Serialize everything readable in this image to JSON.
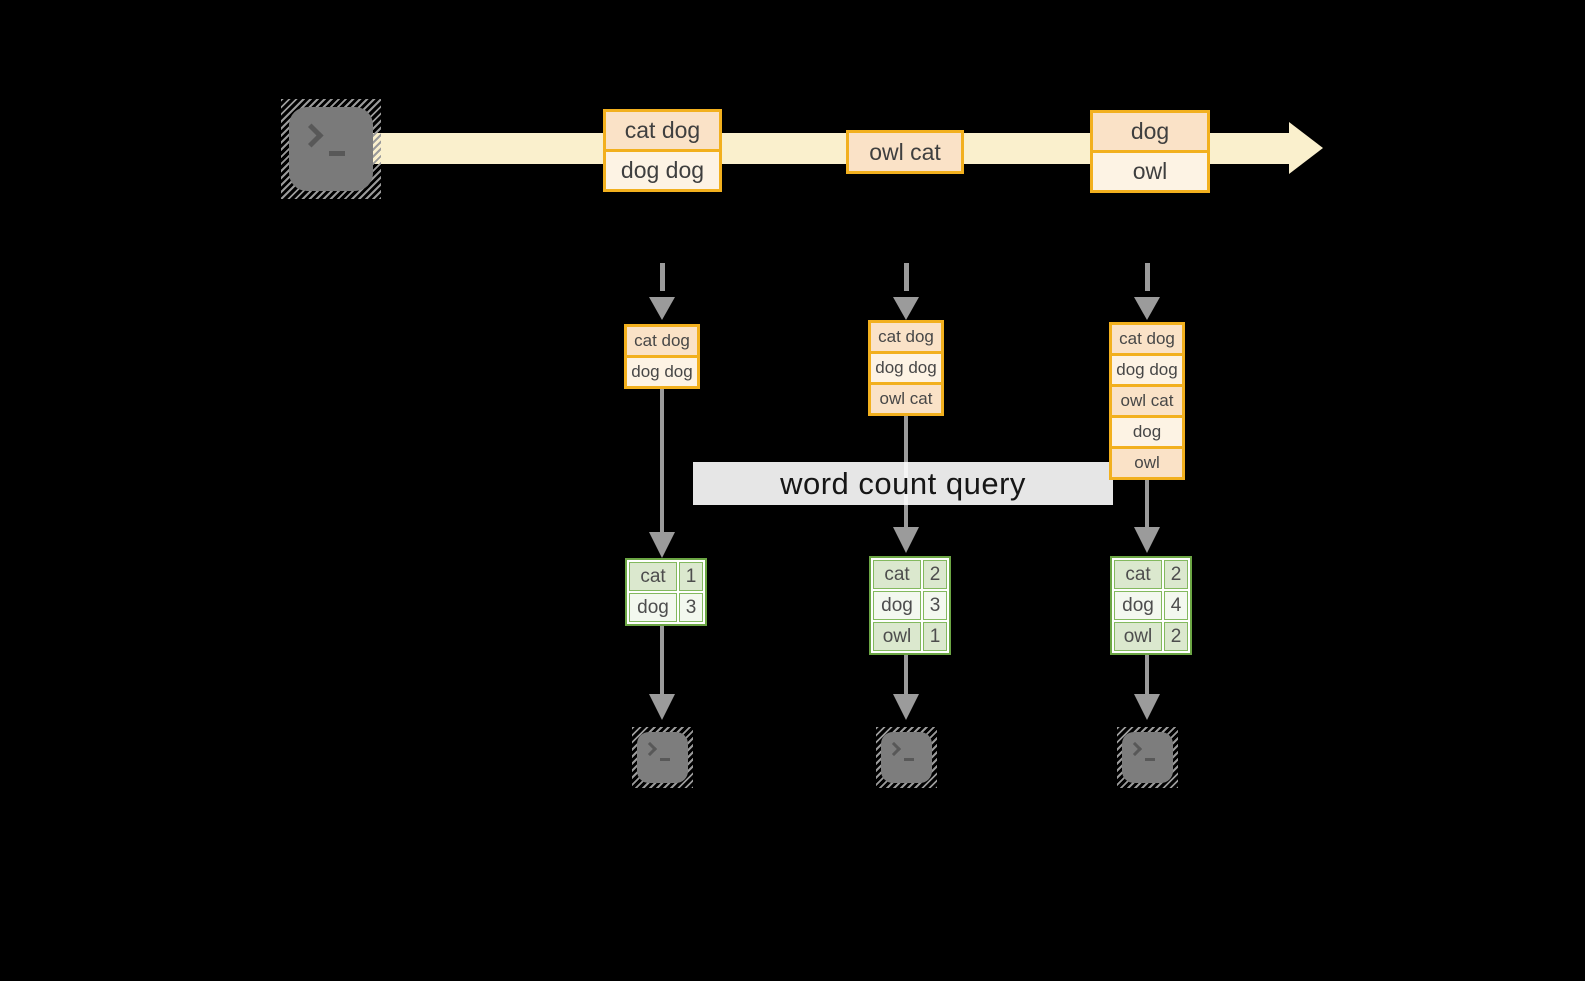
{
  "banner": {
    "label": "word count query"
  },
  "stream": {
    "source_icon": "terminal-icon",
    "events": [
      {
        "rows": [
          "cat dog",
          "dog dog"
        ]
      },
      {
        "rows": [
          "owl cat"
        ]
      },
      {
        "rows": [
          "dog",
          "owl"
        ]
      }
    ]
  },
  "pipelines": [
    {
      "buffer": [
        "cat dog",
        "dog dog"
      ],
      "counts": [
        {
          "word": "cat",
          "count": "1"
        },
        {
          "word": "dog",
          "count": "3"
        }
      ],
      "sink_icon": "terminal-icon"
    },
    {
      "buffer": [
        "cat dog",
        "dog dog",
        "owl cat"
      ],
      "counts": [
        {
          "word": "cat",
          "count": "2"
        },
        {
          "word": "dog",
          "count": "3"
        },
        {
          "word": "owl",
          "count": "1"
        }
      ],
      "sink_icon": "terminal-icon"
    },
    {
      "buffer": [
        "cat dog",
        "dog dog",
        "owl cat",
        "dog",
        "owl"
      ],
      "counts": [
        {
          "word": "cat",
          "count": "2"
        },
        {
          "word": "dog",
          "count": "4"
        },
        {
          "word": "owl",
          "count": "2"
        }
      ],
      "sink_icon": "terminal-icon"
    }
  ],
  "colors": {
    "accent_orange": "#F2B01E",
    "event_fill_dark": "#FAE2C7",
    "event_fill_light": "#FDF3E4",
    "stream_band": "#FAF0CD",
    "green_border": "#6CA644",
    "green_cell": "#DBE8CE",
    "green_cell_alt": "#F3F8EF",
    "arrow_gray": "#9B9B9B",
    "terminal_gray": "#7A7A7A"
  }
}
